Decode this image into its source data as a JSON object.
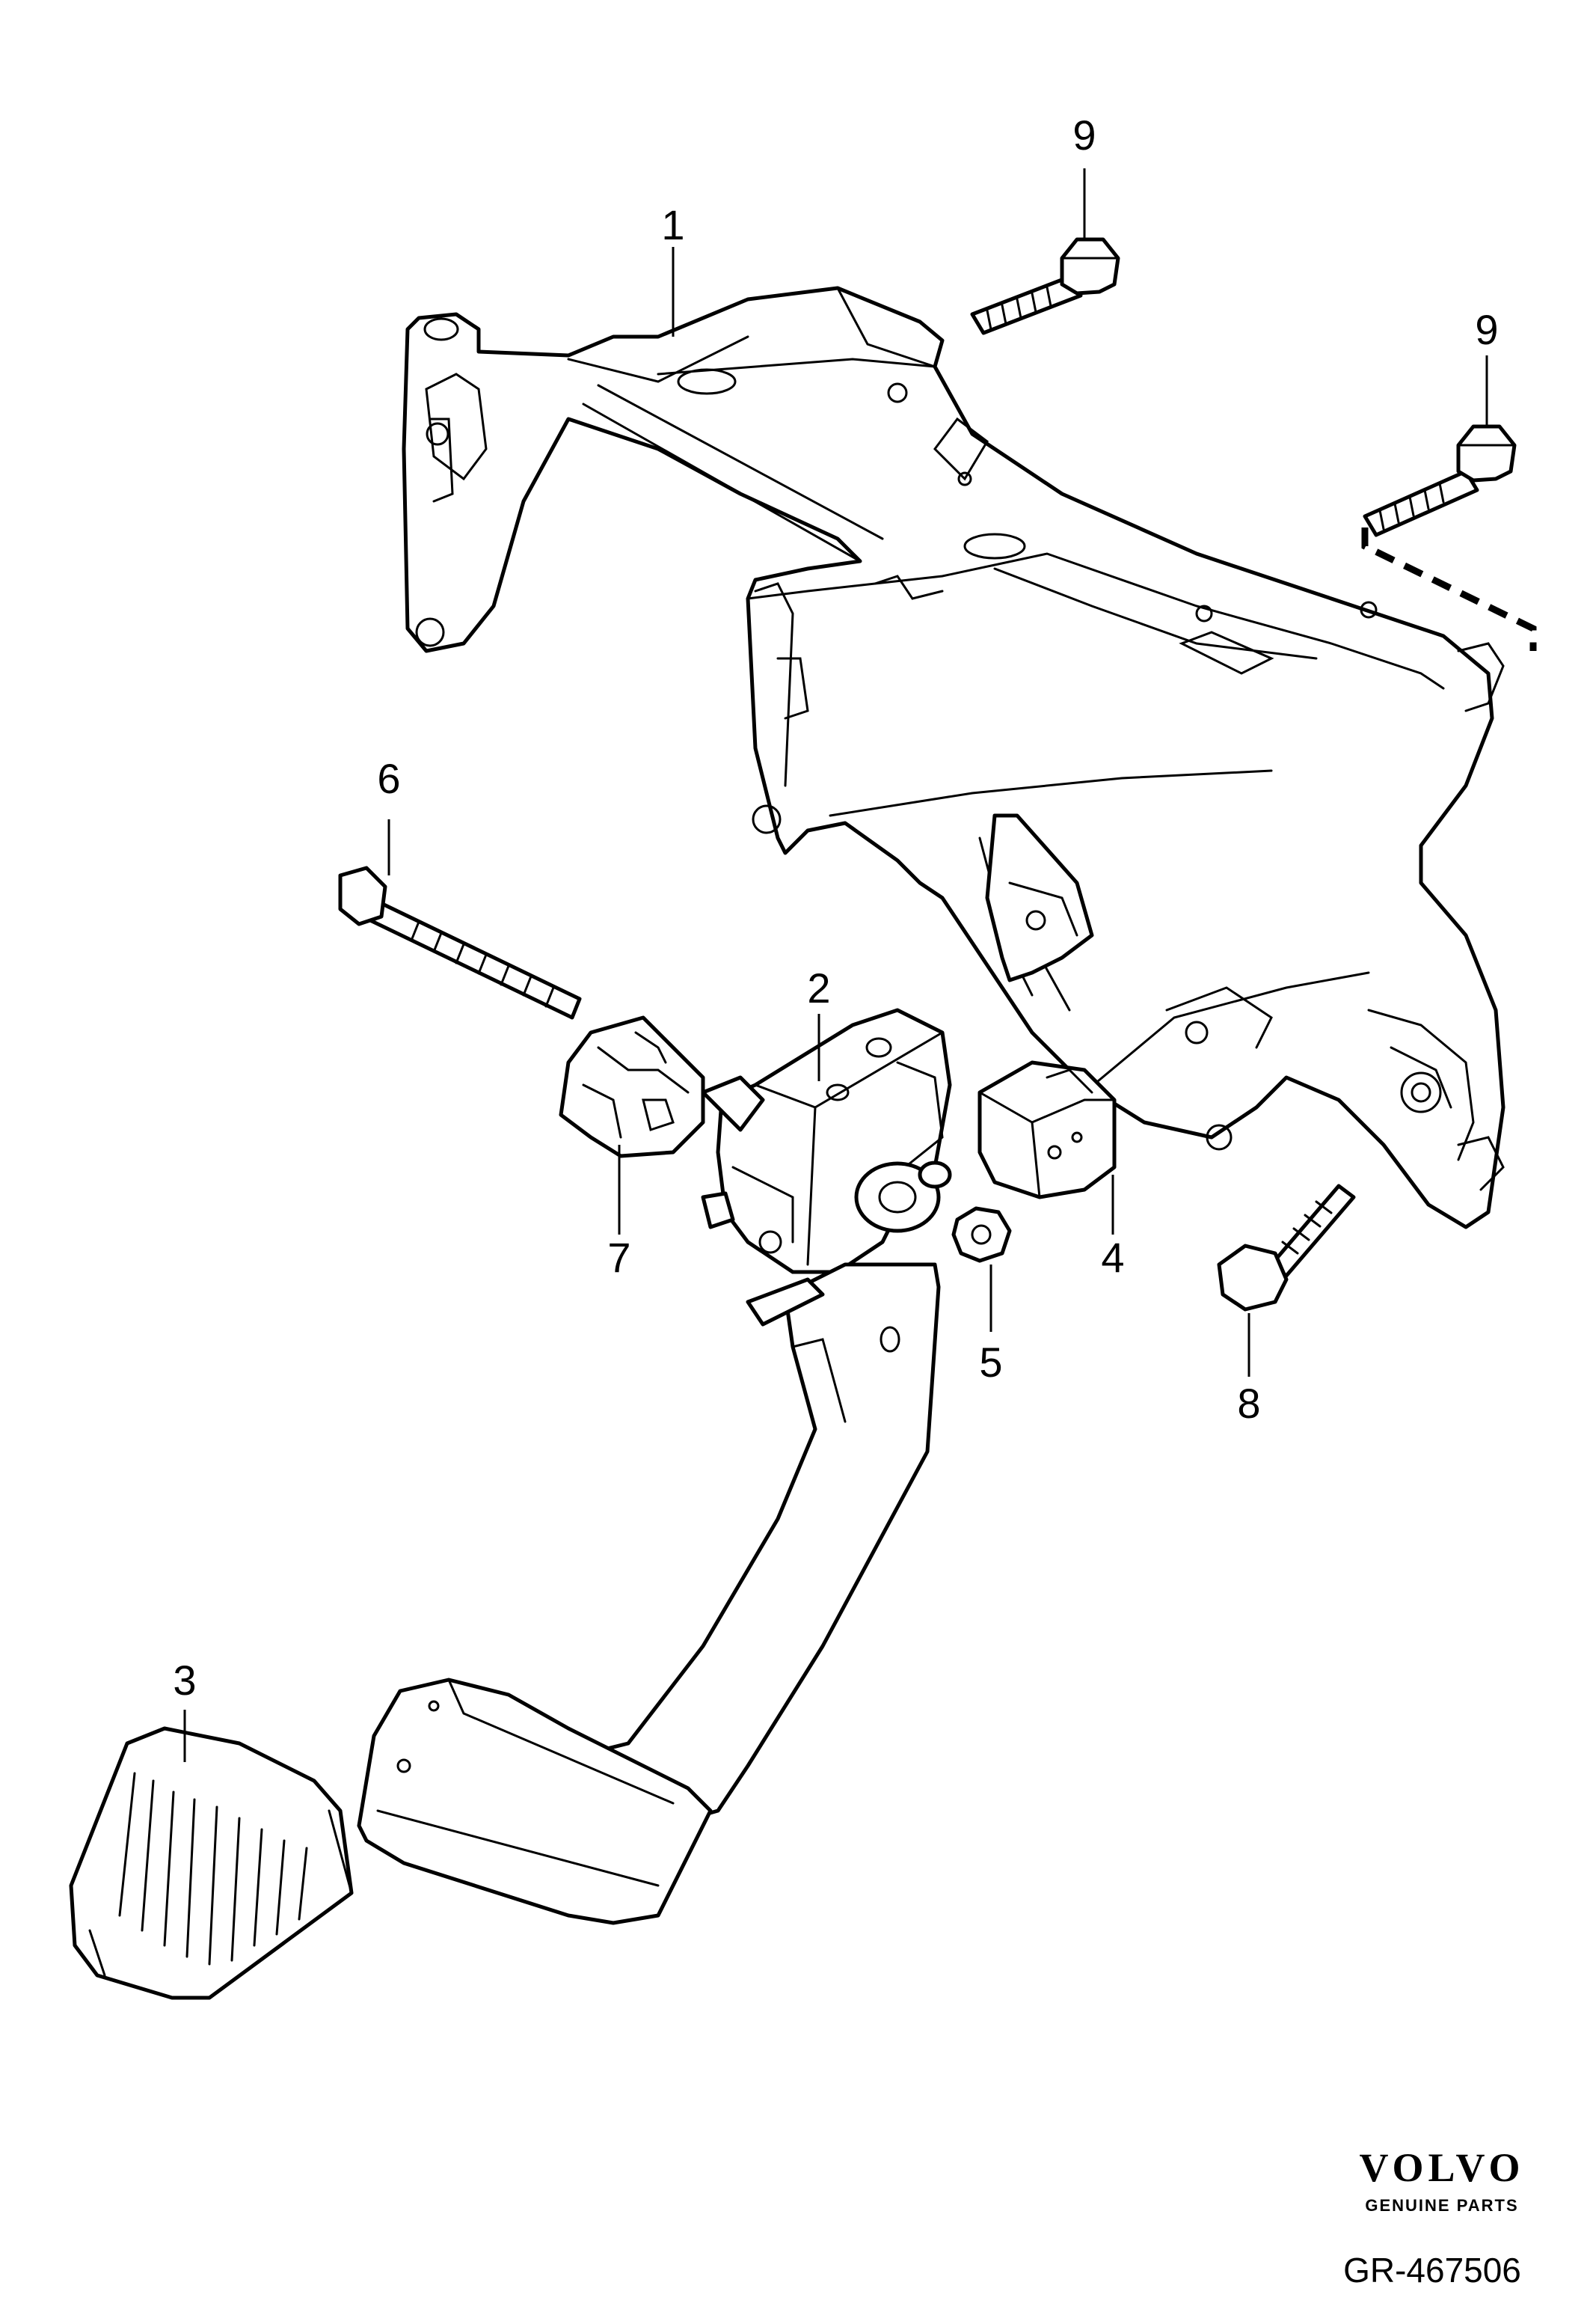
{
  "callouts": {
    "c1": "1",
    "c2": "2",
    "c3": "3",
    "c4": "4",
    "c5": "5",
    "c6": "6",
    "c7": "7",
    "c8": "8",
    "c9a": "9",
    "c9b": "9"
  },
  "brand": {
    "name": "VOLVO",
    "tagline": "GENUINE PARTS"
  },
  "drawing_code": "GR-467506"
}
